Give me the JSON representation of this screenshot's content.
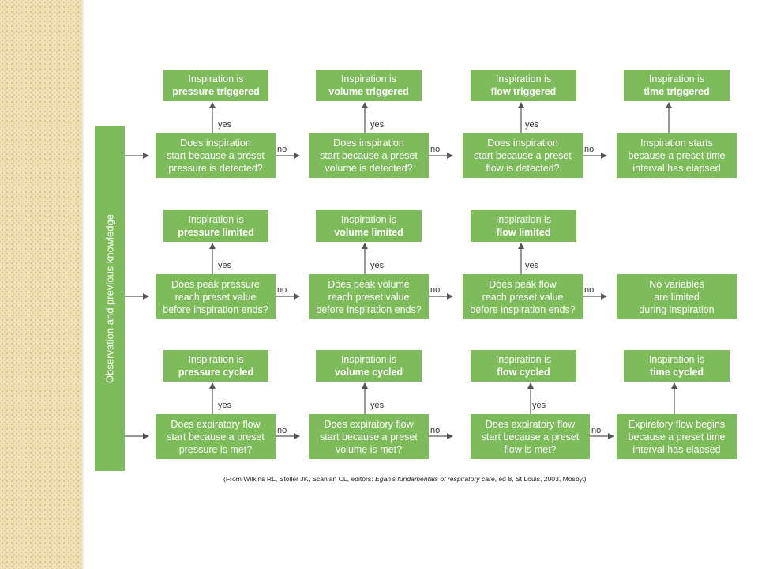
{
  "side_label": "Observation and previous knowledge",
  "rows": [
    {
      "results": [
        {
          "top": "Inspiration is",
          "bottom": "pressure triggered"
        },
        {
          "top": "Inspiration is",
          "bottom": "volume triggered"
        },
        {
          "top": "Inspiration is",
          "bottom": "flow triggered"
        },
        {
          "top": "Inspiration is",
          "bottom": "time triggered"
        }
      ],
      "questions": [
        [
          "Does inspiration",
          "start because a preset",
          "pressure is detected?"
        ],
        [
          "Does inspiration",
          "start because a preset",
          "volume is detected?"
        ],
        [
          "Does inspiration",
          "start because a preset",
          "flow is detected?"
        ],
        [
          "Inspiration starts",
          "because a preset time",
          "interval has elapsed"
        ]
      ]
    },
    {
      "results": [
        {
          "top": "Inspiration is",
          "bottom": "pressure limited"
        },
        {
          "top": "Inspiration is",
          "bottom": "volume limited"
        },
        {
          "top": "Inspiration is",
          "bottom": "flow limited"
        }
      ],
      "questions": [
        [
          "Does peak pressure",
          "reach preset value",
          "before inspiration ends?"
        ],
        [
          "Does peak volume",
          "reach preset value",
          "before inspiration ends?"
        ],
        [
          "Does peak flow",
          "reach preset value",
          "before inspiration ends?"
        ],
        [
          "No variables",
          "are limited",
          "during inspiration"
        ]
      ]
    },
    {
      "results": [
        {
          "top": "Inspiration is",
          "bottom": "pressure cycled"
        },
        {
          "top": "Inspiration is",
          "bottom": "volume cycled"
        },
        {
          "top": "Inspiration is",
          "bottom": "flow cycled"
        },
        {
          "top": "Inspiration is",
          "bottom": "time cycled"
        }
      ],
      "questions": [
        [
          "Does expiratory flow",
          "start because a preset",
          "pressure is met?"
        ],
        [
          "Does expiratory flow",
          "start because a preset",
          "volume is met?"
        ],
        [
          "Does expiratory flow",
          "start because a preset",
          "flow is met?"
        ],
        [
          "Expiratory flow begins",
          "because a preset time",
          "interval has elapsed"
        ]
      ]
    }
  ],
  "yes_label": "yes",
  "no_label": "no",
  "footer": {
    "prefix": "(From Wilkins RL, Stoller JK, Scanlan CL, editors: ",
    "title": "Egan's fundamentals of respiratory care",
    "suffix": ", ed 8, St Louis, 2003, Mosby.)"
  },
  "colors": {
    "box": "#7dbb5b",
    "arrow": "#555555",
    "pattern": "#f1e2b8"
  }
}
